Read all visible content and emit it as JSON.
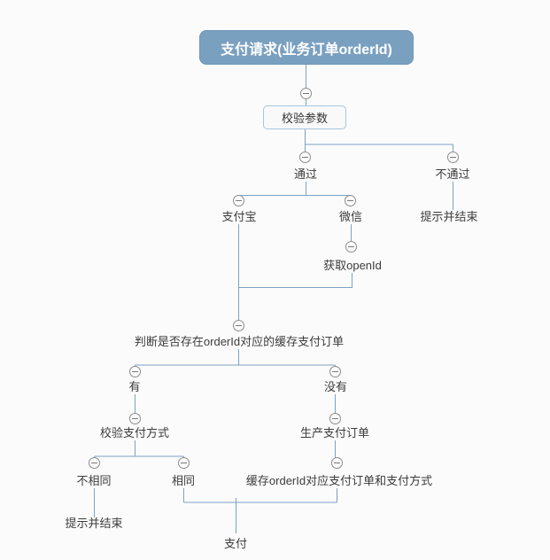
{
  "colors": {
    "background": "#FBFBFB",
    "root_bg": "#7AA0C0",
    "root_border": "#6E96B8",
    "root_text": "#FFFFFF",
    "box_bg": "#F9F9F9",
    "box_border": "#A8C6DE",
    "connector_line": "#7CA2C4",
    "node_text": "#3C3C3C",
    "toggle_border": "#8C8C8C"
  },
  "diagram": {
    "type": "mindmap-flow-tree",
    "root": {
      "label": "支付请求(业务订单orderId)"
    },
    "nodes": {
      "validate_params": {
        "label": "校验参数"
      },
      "pass": {
        "label": "通过"
      },
      "fail": {
        "label": "不通过"
      },
      "fail_end": {
        "label": "提示并结束"
      },
      "alipay": {
        "label": "支付宝"
      },
      "wechat": {
        "label": "微信"
      },
      "get_openid": {
        "label": "获取openId"
      },
      "check_cached_order": {
        "label": "判断是否存在orderId对应的缓存支付订单"
      },
      "has": {
        "label": "有"
      },
      "none": {
        "label": "没有"
      },
      "verify_pay_method": {
        "label": "校验支付方式"
      },
      "create_pay_order": {
        "label": "生产支付订单"
      },
      "not_same": {
        "label": "不相同"
      },
      "same": {
        "label": "相同"
      },
      "cache_order": {
        "label": "缓存orderId对应支付订单和支付方式"
      },
      "not_same_end": {
        "label": "提示并结束"
      },
      "pay": {
        "label": "支付"
      }
    }
  }
}
